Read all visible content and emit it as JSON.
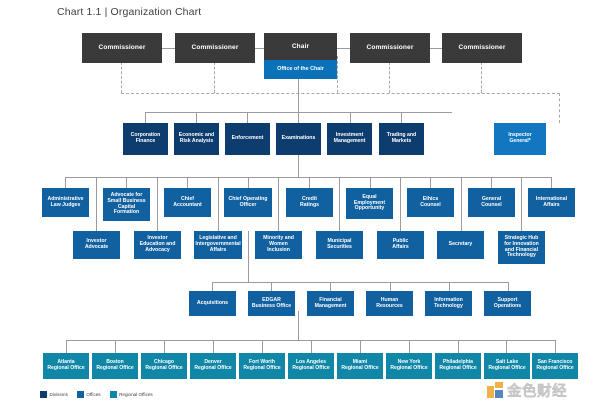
{
  "title": "Chart 1.1 | Organization Chart",
  "chart_data": {
    "type": "diagram",
    "title": "Chart 1.1 | Organization Chart",
    "legend_position": "bottom-left",
    "colors": {
      "leadership": "#3a3a3a",
      "divisions": "#0d3c6e",
      "offices": "#11609f",
      "offices_light": "#1277c0",
      "regional_offices": "#1187a8",
      "connector": "#9b9b9b"
    },
    "levels": [
      {
        "name": "leadership",
        "nodes": [
          "Commissioner",
          "Commissioner",
          "Chair",
          "Commissioner",
          "Commissioner"
        ]
      },
      {
        "name": "office-of-the-chair",
        "nodes": [
          "Office of the Chair"
        ]
      },
      {
        "name": "divisions",
        "nodes": [
          "Corporation Finance",
          "Economic and Risk Analysis",
          "Enforcement",
          "Examinations",
          "Investment Management",
          "Trading and Markets",
          "Inspector General*"
        ]
      },
      {
        "name": "offices-row-1",
        "nodes": [
          "Administrative Law Judges",
          "Advocate for Small Business Capital Formation",
          "Chief Accountant",
          "Chief Operating Officer",
          "Credit Ratings",
          "Equal Employment Opportunity",
          "Ethics Counsel",
          "General Counsel",
          "International Affairs"
        ]
      },
      {
        "name": "offices-row-2",
        "nodes": [
          "Investor Advocate",
          "Investor Education and Advocacy",
          "Legislative and Intergovernmental Affairs",
          "Minority and Women Inclusion",
          "Municipal Securities",
          "Public Affairs",
          "Secretary",
          "Strategic Hub for Innovation and Financial Technology"
        ]
      },
      {
        "name": "offices-row-3",
        "nodes": [
          "Acquisitions",
          "EDGAR Business Office",
          "Financial Management",
          "Human Resources",
          "Information Technology",
          "Support Operations"
        ]
      },
      {
        "name": "regional-offices",
        "nodes": [
          "Atlanta Regional Office",
          "Boston Regional Office",
          "Chicago Regional Office",
          "Denver Regional Office",
          "Fort Worth Regional Office",
          "Los Angeles Regional Office",
          "Miami Regional Office",
          "New York Regional Office",
          "Philadelphia Regional Office",
          "Salt Lake Regional Office",
          "San Francisco Regional Office"
        ]
      }
    ]
  },
  "leadership": {
    "commissioner_1": "Commissioner",
    "commissioner_2": "Commissioner",
    "chair": "Chair",
    "commissioner_3": "Commissioner",
    "commissioner_4": "Commissioner",
    "office_of_the_chair": "Office of the Chair"
  },
  "divisions": [
    {
      "label": "Corporation\nFinance"
    },
    {
      "label": "Economic and\nRisk Analysis"
    },
    {
      "label": "Enforcement"
    },
    {
      "label": "Examinations"
    },
    {
      "label": "Investment\nManagement"
    },
    {
      "label": "Trading and\nMarkets"
    },
    {
      "label": "Inspector\nGeneral*"
    }
  ],
  "offices_row1": [
    {
      "label": "Administrative\nLaw Judges"
    },
    {
      "label": "Advocate for\nSmall Business\nCapital\nFormation"
    },
    {
      "label": "Chief\nAccountant"
    },
    {
      "label": "Chief Operating\nOfficer"
    },
    {
      "label": "Credit\nRatings"
    },
    {
      "label": "Equal\nEmployment\nOpportunity"
    },
    {
      "label": "Ethics\nCounsel"
    },
    {
      "label": "General\nCounsel"
    },
    {
      "label": "International\nAffairs"
    }
  ],
  "offices_row2": [
    {
      "label": "Investor\nAdvocate"
    },
    {
      "label": "Investor\nEducation and\nAdvocacy"
    },
    {
      "label": "Legislative and\nIntergovernmental\nAffairs"
    },
    {
      "label": "Minority and\nWomen\nInclusion"
    },
    {
      "label": "Municipal\nSecurities"
    },
    {
      "label": "Public\nAffairs"
    },
    {
      "label": "Secretary"
    },
    {
      "label": "Strategic Hub\nfor Innovation\nand Financial\nTechnology"
    }
  ],
  "offices_row3": [
    {
      "label": "Acquisitions"
    },
    {
      "label": "EDGAR\nBusiness Office"
    },
    {
      "label": "Financial\nManagement"
    },
    {
      "label": "Human\nResources"
    },
    {
      "label": "Information\nTechnology"
    },
    {
      "label": "Support\nOperations"
    }
  ],
  "regional_offices": [
    {
      "label": "Atlanta\nRegional Office"
    },
    {
      "label": "Boston\nRegional Office"
    },
    {
      "label": "Chicago\nRegional Office"
    },
    {
      "label": "Denver\nRegional Office"
    },
    {
      "label": "Fort Worth\nRegional Office"
    },
    {
      "label": "Los Angeles\nRegional Office"
    },
    {
      "label": "Miami\nRegional Office"
    },
    {
      "label": "New York\nRegional Office"
    },
    {
      "label": "Philadelphia\nRegional Office"
    },
    {
      "label": "Salt Lake\nRegional Office"
    },
    {
      "label": "San Francisco\nRegional Office"
    }
  ],
  "legend": [
    {
      "label": "Divisions",
      "color": "#0d3c6e"
    },
    {
      "label": "Offices",
      "color": "#11609f"
    },
    {
      "label": "Regional Offices",
      "color": "#1187a8"
    }
  ],
  "watermark": {
    "text": "金色财经"
  }
}
